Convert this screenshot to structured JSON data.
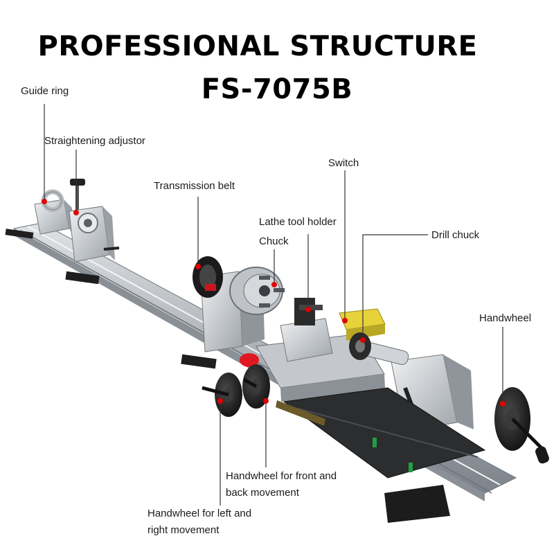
{
  "title": {
    "line1": "PROFESSIONAL STRUCTURE",
    "line2": "FS-7075B"
  },
  "callouts": {
    "guide_ring": "Guide ring",
    "straightening_adjustor": "Straightening adjustor",
    "transmission_belt": "Transmission belt",
    "switch": "Switch",
    "lathe_tool_holder": "Lathe tool holder",
    "chuck": "Chuck",
    "drill_chuck": "Drill chuck",
    "handwheel": "Handwheel",
    "handwheel_front_back_1": "Handwheel for front and",
    "handwheel_front_back_2": "back movement",
    "handwheel_left_right_1": "Handwheel for left and",
    "handwheel_left_right_2": "right movement"
  },
  "colors": {
    "marker": "#e10000",
    "rail": "#b9bdc2",
    "metal": "#cfd3d7",
    "dark": "#1c1c1c",
    "switch_box": "#e8d23a"
  }
}
